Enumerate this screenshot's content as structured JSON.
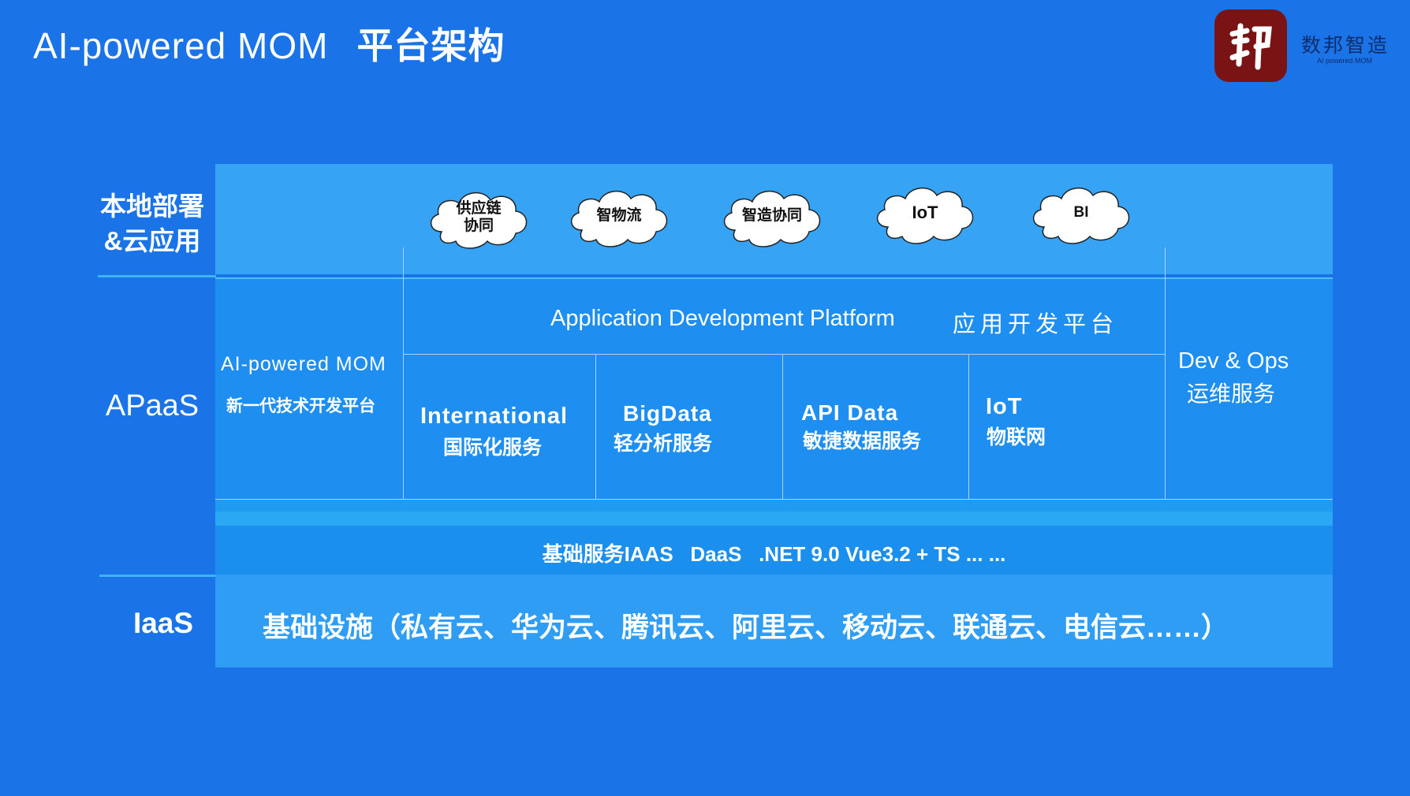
{
  "header": {
    "title_en": "AI-powered MOM",
    "title_cn": "平台架构"
  },
  "logo": {
    "name": "数邦智造",
    "tagline": "AI powered MOM",
    "color": "#7a1414"
  },
  "side_labels": {
    "cloud": "本地部署\n&云应用",
    "apaas": "APaaS",
    "iaas": "IaaS"
  },
  "clouds": [
    {
      "label": "供应链\n协同"
    },
    {
      "label": "智物流"
    },
    {
      "label": "智造协同"
    },
    {
      "label": "IoT"
    },
    {
      "label": "BI"
    }
  ],
  "apaas": {
    "left_title": "AI-powered MOM",
    "left_subtitle": "新一代技术开发平台",
    "adp_en": "Application  Development  Platform",
    "adp_cn": "应用开发平台",
    "modules": [
      {
        "en": "International",
        "cn": "国际化服务"
      },
      {
        "en": "BigData",
        "cn": "轻分析服务"
      },
      {
        "en": "API Data",
        "cn": "敏捷数据服务"
      },
      {
        "en": "IoT",
        "cn": "物联网"
      }
    ],
    "right_title": "Dev  &  Ops",
    "right_subtitle": "运维服务"
  },
  "base_services": "基础服务IAAS   DaaS   .NET 9.0 Vue3.2 + TS ... ...",
  "iaas": "基础设施（私有云、华为云、腾讯云、阿里云、移动云、联通云、电信云……）",
  "colors": {
    "background": "#1a74e8",
    "accent_line": "#3fb4f5"
  }
}
